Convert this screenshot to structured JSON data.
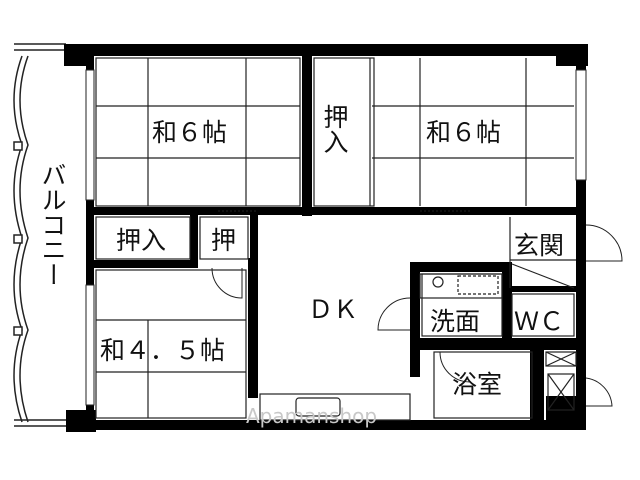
{
  "rooms": {
    "washitsu_a": "和６帖",
    "oshiire_a": "押入",
    "washitsu_b": "和６帖",
    "oshiire_b": "押入",
    "oshi": "押",
    "genkan": "玄関",
    "dk": "ＤＫ",
    "senmen": "洗面",
    "wc": "ＷＣ",
    "washitsu_c": "和４．５帖",
    "yokushitsu": "浴室",
    "balcony": "バルコニー"
  },
  "watermark": "Apamanshop",
  "colors": {
    "wall": "#000000",
    "line": "#222222",
    "watermark": "#c8c8c8"
  }
}
